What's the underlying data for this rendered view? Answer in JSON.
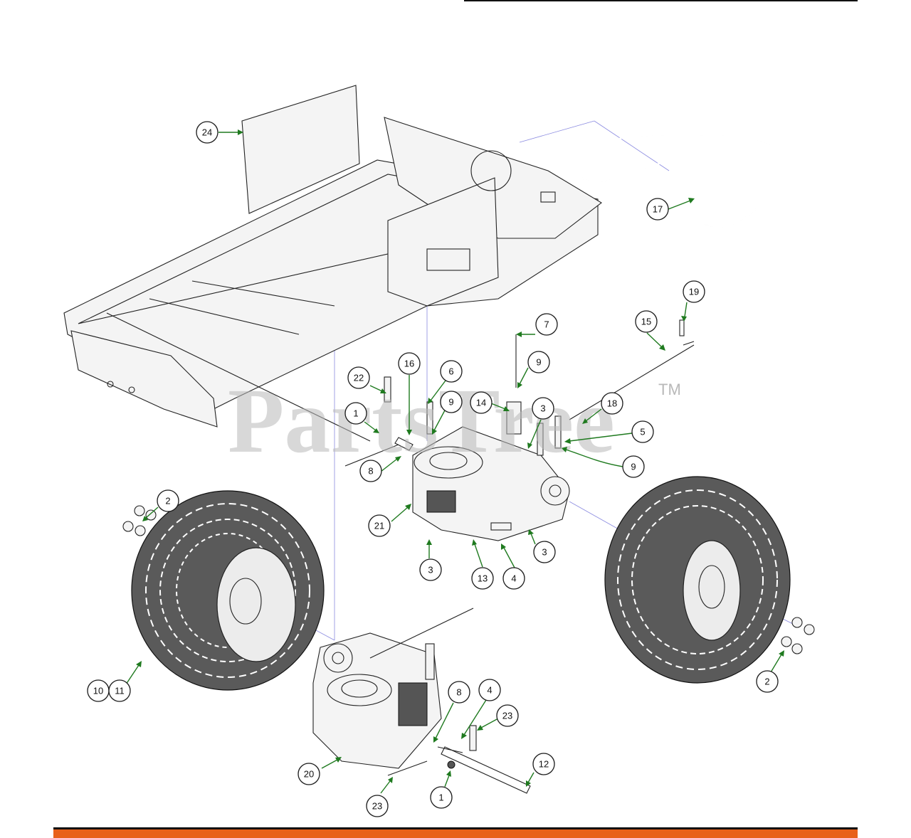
{
  "watermark": {
    "text": "PartsTree",
    "tm": "TM"
  },
  "callouts": [
    {
      "id": "c24",
      "label": "24"
    },
    {
      "id": "c17",
      "label": "17"
    },
    {
      "id": "c19",
      "label": "19"
    },
    {
      "id": "c15",
      "label": "15"
    },
    {
      "id": "c7",
      "label": "7"
    },
    {
      "id": "c9a",
      "label": "9"
    },
    {
      "id": "c22",
      "label": "22"
    },
    {
      "id": "c16",
      "label": "16"
    },
    {
      "id": "c6",
      "label": "6"
    },
    {
      "id": "c9b",
      "label": "9"
    },
    {
      "id": "c14",
      "label": "14"
    },
    {
      "id": "c3a",
      "label": "3"
    },
    {
      "id": "c18",
      "label": "18"
    },
    {
      "id": "c5",
      "label": "5"
    },
    {
      "id": "c9c",
      "label": "9"
    },
    {
      "id": "c1a",
      "label": "1"
    },
    {
      "id": "c8a",
      "label": "8"
    },
    {
      "id": "c2a",
      "label": "2"
    },
    {
      "id": "c21",
      "label": "21"
    },
    {
      "id": "c3b",
      "label": "3"
    },
    {
      "id": "c3c",
      "label": "3"
    },
    {
      "id": "c13",
      "label": "13"
    },
    {
      "id": "c4a",
      "label": "4"
    },
    {
      "id": "c10",
      "label": "10"
    },
    {
      "id": "c11",
      "label": "11"
    },
    {
      "id": "c2b",
      "label": "2"
    },
    {
      "id": "c8b",
      "label": "8"
    },
    {
      "id": "c4b",
      "label": "4"
    },
    {
      "id": "c23a",
      "label": "23"
    },
    {
      "id": "c12",
      "label": "12"
    },
    {
      "id": "c20",
      "label": "20"
    },
    {
      "id": "c23b",
      "label": "23"
    },
    {
      "id": "c1b",
      "label": "1"
    }
  ],
  "colors": {
    "accent_bar": "#e8611a",
    "leader": "#1f7a1f",
    "guide": "#8a8ae0"
  }
}
